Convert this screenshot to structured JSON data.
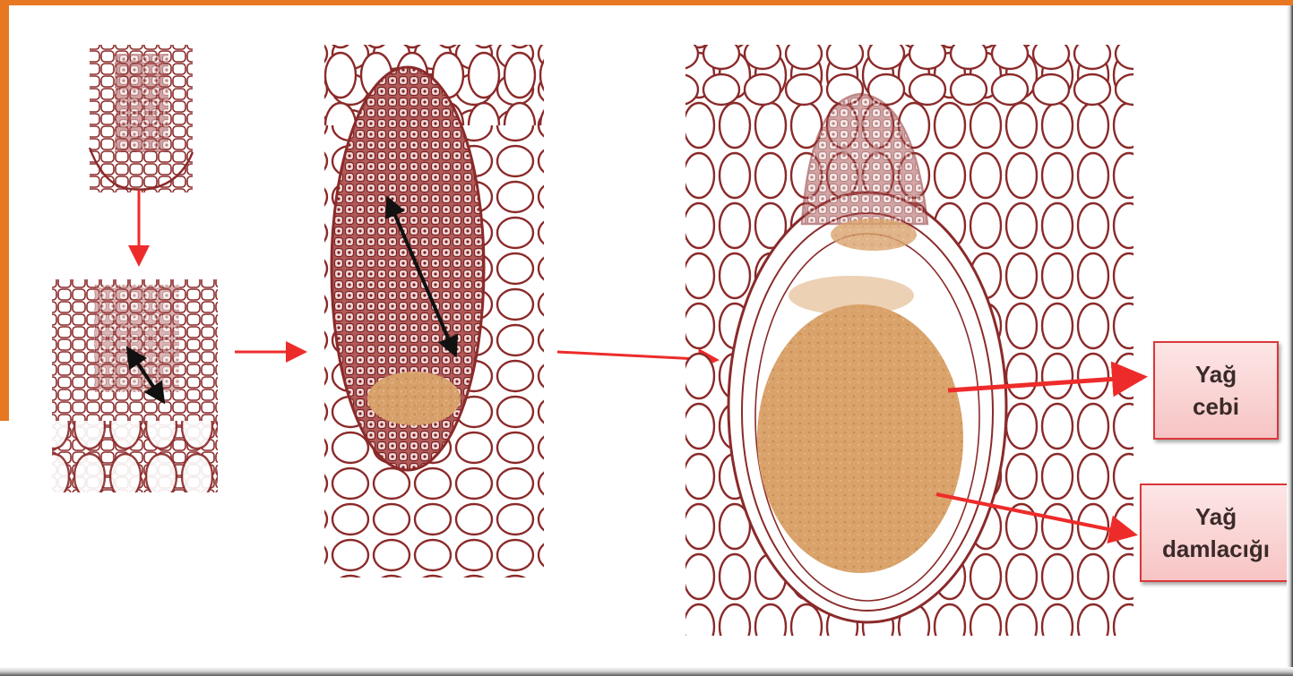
{
  "labels": {
    "oil_pocket": {
      "line1": "Yağ",
      "line2": "cebi"
    },
    "oil_droplet": {
      "line1": "Yağ",
      "line2": "damlacığı"
    }
  },
  "colors": {
    "accent_orange": "#e87722",
    "cell_outline": "#8b2a2a",
    "oil_fill": "#d9a36b",
    "pointer_arrow": "#ee2b2b",
    "growth_arrow": "#111111"
  }
}
